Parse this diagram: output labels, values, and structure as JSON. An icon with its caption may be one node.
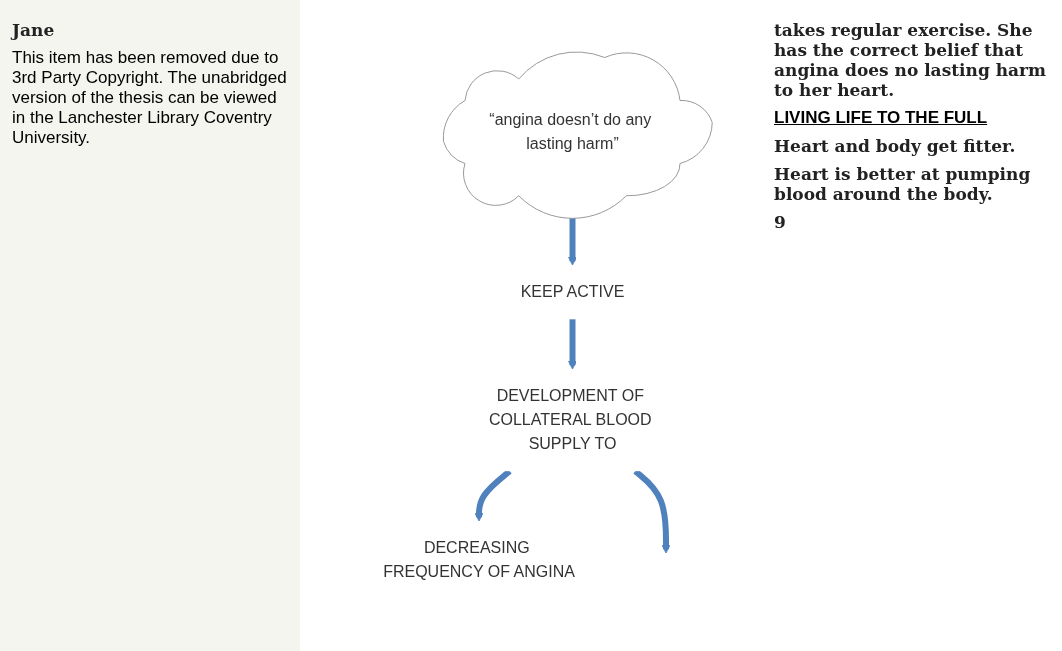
{
  "diagram": {
    "nodes": [
      {
        "text": [
          "“angina doesn’t do any lasting harm”"
        ]
      },
      {
        "text": [
          "KEEP ACTIVE"
        ]
      },
      {
        "text": [
          "DEVELOPMENT OF COLLATERAL BLOOD SUPPLY TO"
        ]
      },
      {
        "text": [
          "DECREASING FREQUENCY OF ANGINA"
        ]
      }
    ],
    "edges": [
      {
        "from": 0,
        "to": 1,
        "arrow": "to"
      },
      {
        "from": 1,
        "to": 2,
        "arrow": "to"
      },
      {
        "from": 2,
        "to": 3,
        "arrow": "to"
      },
      {
        "from": 2,
        "to": null,
        "arrow": "to"
      }
    ],
    "labels": [
      "Jane",
      "takes regular exercise. She has the correct belief that angina does no lasting harm to her heart.",
      "LIVING LIFE TO THE FULL",
      "This item has been removed due to 3rd Party Copyright. The unabridged version of the thesis can be viewed in the Lanchester Library Coventry University.",
      "Heart and body get fitter.",
      "Heart is better at pumping blood around the body.",
      "9"
    ]
  }
}
